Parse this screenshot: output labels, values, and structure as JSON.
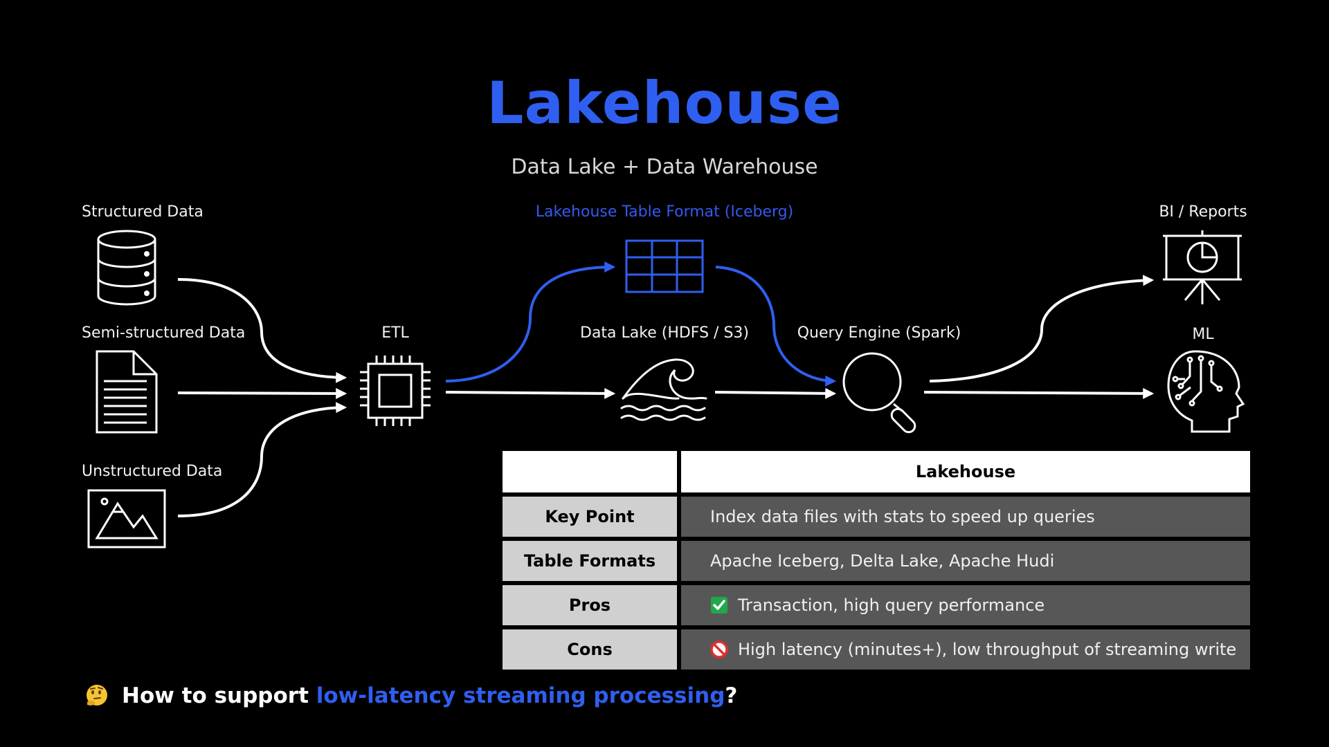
{
  "title": "Lakehouse",
  "subtitle": "Data Lake + Data Warehouse",
  "nodes": {
    "structured": "Structured Data",
    "semi": "Semi-structured Data",
    "unstructured": "Unstructured Data",
    "etl": "ETL",
    "table_format": "Lakehouse Table Format (Iceberg)",
    "data_lake": "Data Lake (HDFS / S3)",
    "query_engine": "Query Engine (Spark)",
    "bi": "BI / Reports",
    "ml": "ML"
  },
  "table": {
    "header": "Lakehouse",
    "rows": [
      {
        "label": "Key Point",
        "value": "Index data files with stats to speed up queries"
      },
      {
        "label": "Table Formats",
        "value": "Apache Iceberg, Delta Lake, Apache Hudi"
      },
      {
        "label": "Pros",
        "value": "Transaction, high query performance",
        "icon": "check-mark-icon"
      },
      {
        "label": "Cons",
        "value": "High latency (minutes+), low throughput of streaming write",
        "icon": "prohibited-icon"
      }
    ]
  },
  "question": {
    "prefix": "How to support ",
    "highlight": "low-latency streaming processing",
    "suffix": "?",
    "icon": "thinking-face-icon"
  },
  "colors": {
    "accent": "#2f5ff0",
    "background": "#000000",
    "table_label_bg": "#d0d0d0",
    "table_value_bg": "#575757"
  }
}
